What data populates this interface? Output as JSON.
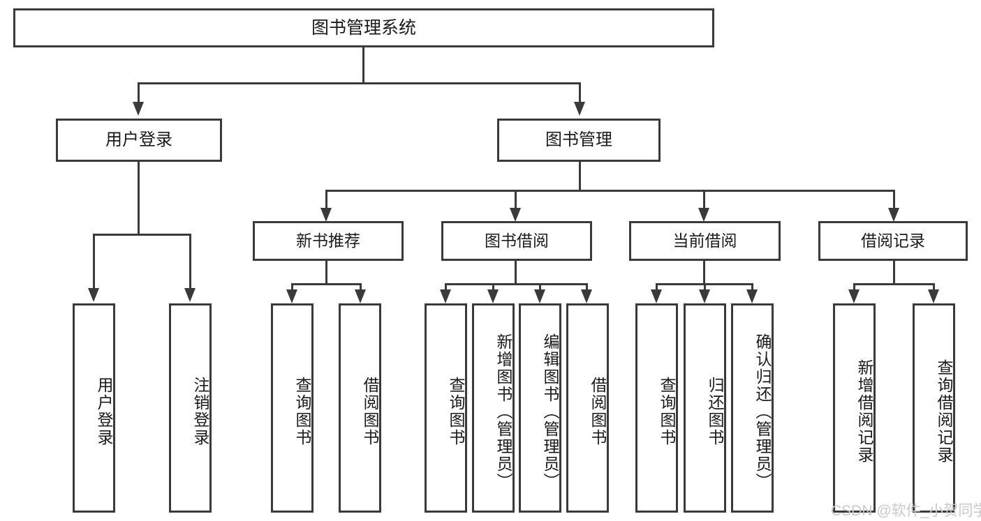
{
  "diagram": {
    "title": "图书管理系统",
    "type": "tree-hierarchy-diagram",
    "colors": {
      "stroke": "#3a3a3a",
      "fill": "#ffffff",
      "text": "#1a1a1a",
      "watermark": "#c9c9c9"
    },
    "root": {
      "label": "图书管理系统"
    },
    "level2": [
      {
        "label": "用户登录"
      },
      {
        "label": "图书管理"
      }
    ],
    "level3": [
      {
        "label": "新书推荐"
      },
      {
        "label": "图书借阅"
      },
      {
        "label": "当前借阅"
      },
      {
        "label": "借阅记录"
      }
    ],
    "leaves": [
      {
        "label": "用户登录"
      },
      {
        "label": "注销登录"
      },
      {
        "label": "查询图书"
      },
      {
        "label": "借阅图书"
      },
      {
        "label": "查询图书"
      },
      {
        "label": "新增图书（管理员）"
      },
      {
        "label": "编辑图书（管理员）"
      },
      {
        "label": "借阅图书"
      },
      {
        "label": "查询图书"
      },
      {
        "label": "归还图书"
      },
      {
        "label": "确认归还（管理员）"
      },
      {
        "label": "新增借阅记录"
      },
      {
        "label": "查询借阅记录"
      }
    ],
    "watermark": "CSDN @软件_小贺同学"
  }
}
